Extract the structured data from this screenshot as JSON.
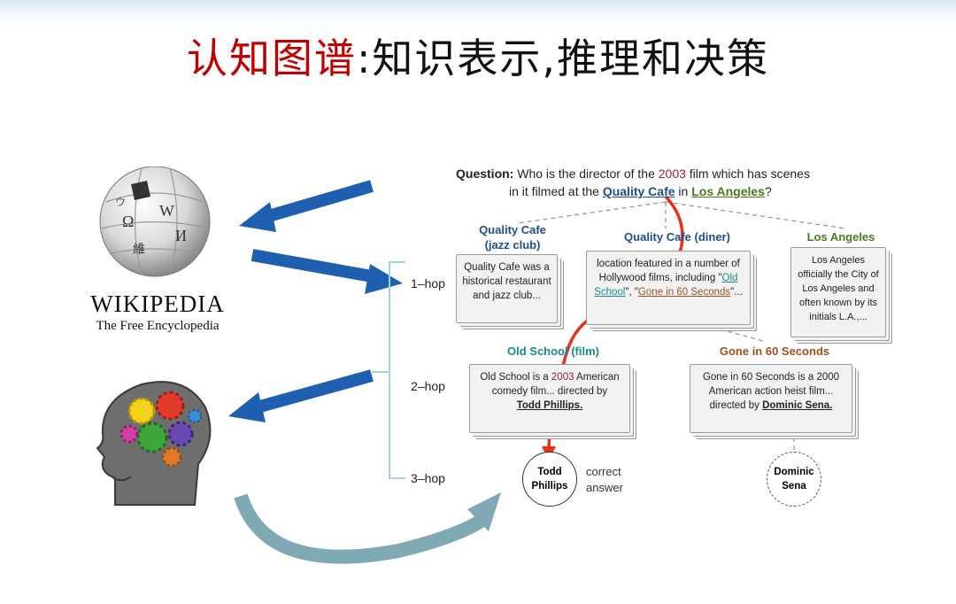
{
  "title": {
    "red": "认知图谱",
    "black": ":知识表示,推理和决策"
  },
  "wikipedia": {
    "name": "WIKIPEDIA",
    "tagline": "The Free Encyclopedia",
    "logo_icon": "wikipedia-globe-icon"
  },
  "brain_icon": "brain-gears-icon",
  "question": {
    "label": "Question:",
    "line1": " Who is the director of the ",
    "year": "2003",
    "line1b": " film which has scenes",
    "line2a": "in it filmed at the ",
    "cafe": "Quality Cafe",
    "in": " in ",
    "la": "Los Angeles",
    "qm": "?"
  },
  "nodes": {
    "qc_jazz": {
      "header": "Quality Cafe\n(jazz club)",
      "text": "Quality Cafe was a historical restaurant and jazz club..."
    },
    "qc_diner": {
      "header": "Quality Cafe (diner)",
      "text_a": "location featured in a number of Hollywood films, including \"",
      "link1": "Old School",
      "mid": "\", \"",
      "link2": "Gone in 60 Seconds",
      "end": "\"..."
    },
    "la": {
      "header": "Los Angeles",
      "text": "Los Angeles officially the City of Los Angeles and often known by its initials L.A.,..."
    },
    "old_school": {
      "header": "Old School (film)",
      "t1": "Old School is a ",
      "year": "2003",
      "t2": " American comedy film... directed by",
      "director": "Todd Phillips."
    },
    "gone60": {
      "header": "Gone in 60 Seconds",
      "t1": "Gone in 60 Seconds is a 2000 American action heist film...",
      "t2": "directed by ",
      "director": "Dominic Sena."
    }
  },
  "hops": [
    "1–hop",
    "2–hop",
    "3–hop"
  ],
  "answers": {
    "todd": "Todd\nPhillips",
    "correct": "correct\nanswer",
    "dominic": "Dominic\nSena"
  },
  "colors": {
    "title_red": "#c00000",
    "arrow_blue": "#1f5fb0",
    "path_red": "#e8301c",
    "curve_teal": "#7fa9b3"
  }
}
